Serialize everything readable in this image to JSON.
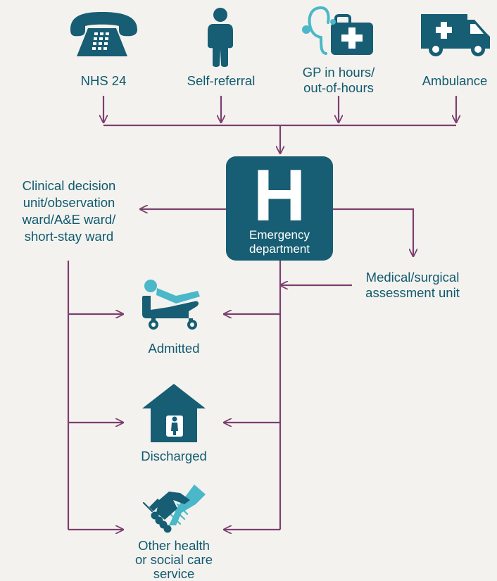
{
  "colors": {
    "background": "#f4f2ee",
    "primary": "#175d73",
    "accent": "#4ab8c8",
    "arrow": "#7b3f70",
    "label": "#0f5a70"
  },
  "sources": {
    "nhs24": {
      "label": "NHS 24",
      "icon": "telephone-icon"
    },
    "self_referral": {
      "label": "Self-referral",
      "icon": "person-icon"
    },
    "gp": {
      "label": "GP in hours/\nout-of-hours",
      "icon": "stethoscope-medical-bag-icon"
    },
    "ambulance": {
      "label": "Ambulance",
      "icon": "ambulance-icon"
    }
  },
  "hub": {
    "letter": "H",
    "label": "Emergency\ndepartment",
    "icon": "hospital-sign-icon"
  },
  "side_units": {
    "clinical_decision": {
      "label": "Clinical decision\nunit/observation\nward/A&E ward/\nshort-stay ward"
    },
    "medical_surgical": {
      "label": "Medical/surgical\nassessment unit"
    }
  },
  "outcomes": {
    "admitted": {
      "label": "Admitted",
      "icon": "hospital-bed-patient-icon"
    },
    "discharged": {
      "label": "Discharged",
      "icon": "house-person-icon"
    },
    "other_care": {
      "label": "Other health\nor social care\nservice",
      "icon": "handshake-icon"
    }
  }
}
